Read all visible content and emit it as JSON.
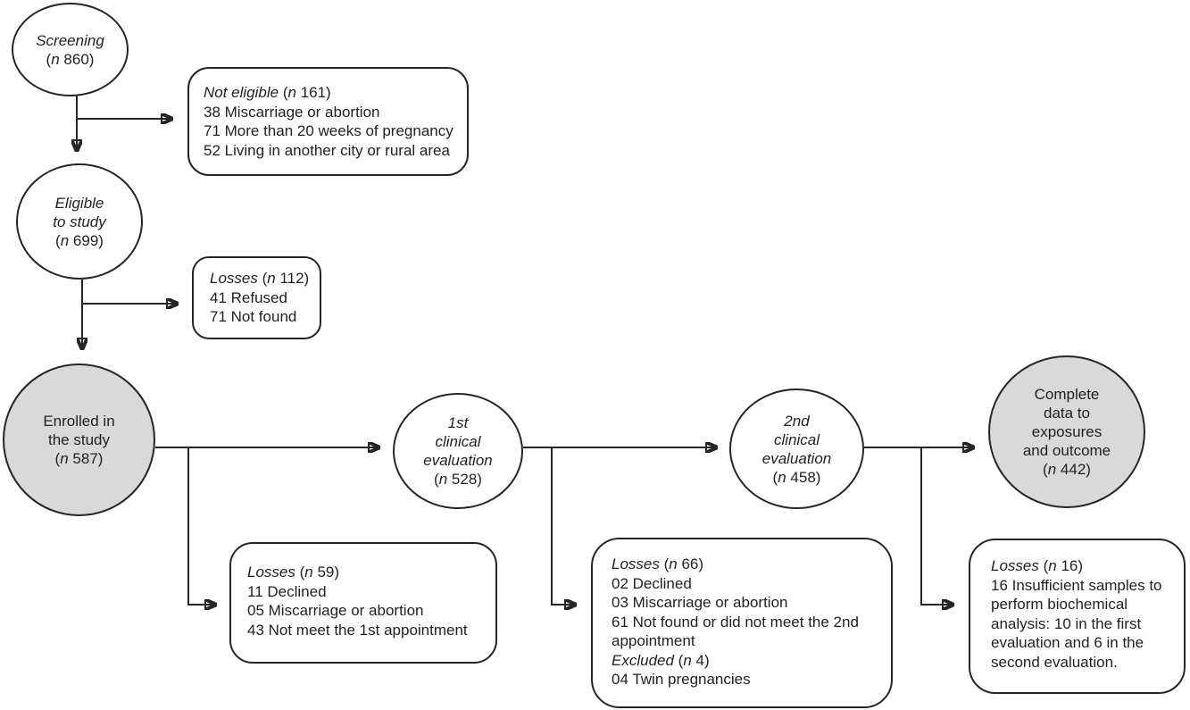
{
  "figure": {
    "type": "study-flow-diagram",
    "colors": {
      "stroke": "#262626",
      "text": "#231f20",
      "highlight_node_fill": "#d9d9d9",
      "default_node_fill": "#ffffff",
      "background": "#ffffff"
    },
    "nodes": {
      "screening": {
        "label": "*Screening*\n(*n* 860)"
      },
      "eligible": {
        "label": "*Eligible*\n*to study*\n(*n* 699)"
      },
      "enrolled": {
        "label": "Enrolled in\nthe study\n(*n* 587)"
      },
      "eval1": {
        "label": "*1st*\n*clinical*\n*evaluation*\n(*n* 528)"
      },
      "eval2": {
        "label": "*2nd*\n*clinical*\n*evaluation*\n(*n* 458)"
      },
      "complete": {
        "label": "Complete\ndata to\nexposures\nand outcome\n(*n* 442)"
      }
    },
    "boxes": {
      "not_eligible": {
        "lines": [
          "*Not eligible* (*n* 161)",
          "38 Miscarriage or abortion",
          "71 More than 20 weeks of pregnancy",
          "52 Living in another city or rural area"
        ]
      },
      "losses_112": {
        "lines": [
          "*Losses* (*n* 112)",
          "41 Refused",
          "71 Not found"
        ]
      },
      "losses_59": {
        "lines": [
          "*Losses* (*n* 59)",
          "11 Declined",
          "05 Miscarriage or abortion",
          "43 Not meet the 1st appointment"
        ]
      },
      "losses_66": {
        "lines": [
          "*Losses* (*n* 66)",
          "02 Declined",
          "03 Miscarriage or abortion",
          "61 Not found or did not meet the 2nd appointment",
          "*Excluded* (*n* 4)",
          "04 Twin pregnancies"
        ]
      },
      "losses_16": {
        "lines": [
          "*Losses* (*n* 16)",
          "16 Insufficient samples to perform biochemical analysis: 10 in the first evaluation and 6 in the second evaluation."
        ]
      }
    }
  }
}
